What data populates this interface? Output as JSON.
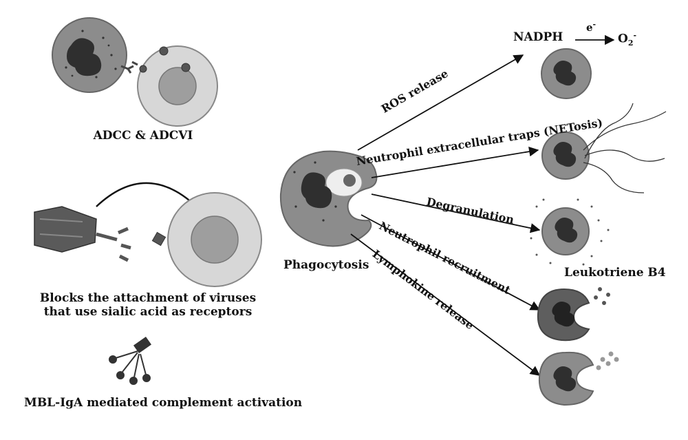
{
  "left_panel": {
    "adcc_label": "ADCC & ADCVI",
    "block_label_line1": "Blocks the attachment of viruses",
    "block_label_line2": "that use sialic acid as receptors",
    "mbl_label": "MBL-IgA mediated complement activation"
  },
  "center": {
    "phagocytosis_label": "Phagocytosis"
  },
  "pathways": {
    "ros_release": "ROS release",
    "netosis": "Neutrophil extracellular traps (NETosis)",
    "degranulation": "Degranulation",
    "recruitment": "Neutrophil recruitment",
    "lymphokine": "Lymphokine release"
  },
  "right_panel": {
    "nadph": "NADPH",
    "electron_main": "e",
    "electron_sup": "-",
    "superoxide_main": "O",
    "superoxide_sub": "2",
    "superoxide_sup": "-",
    "leukotriene": "Leukotriene B4"
  },
  "colors": {
    "neutrophil_fill": "#8c8c8c",
    "nucleus_fill": "#2f2f2f",
    "cell_fill": "#d7d7d7",
    "cell_inner": "#9e9e9e",
    "arrow": "#111111"
  }
}
